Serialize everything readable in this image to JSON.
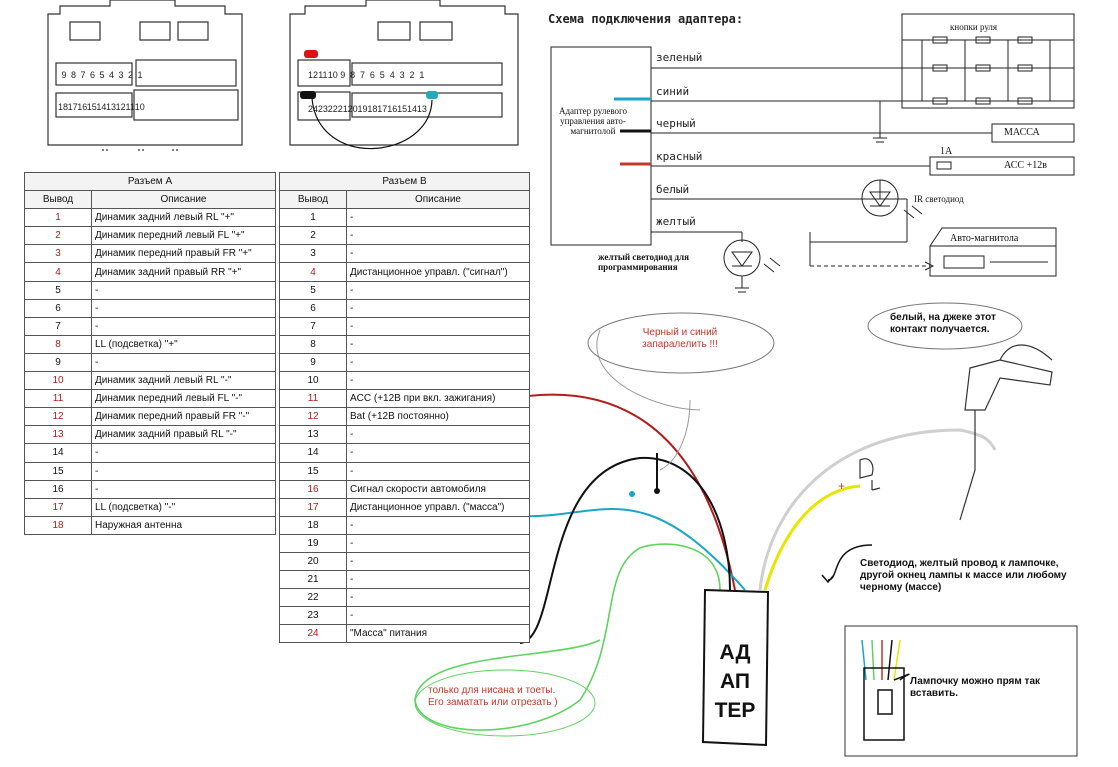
{
  "title": "Схема подключения адаптера:",
  "connector_a_pins": {
    "top": [
      "9",
      "8",
      "7",
      "6",
      "5",
      "4",
      "3",
      "2",
      "1"
    ],
    "bottom": [
      "18",
      "17",
      "16",
      "15",
      "14",
      "13",
      "12",
      "11",
      "10"
    ]
  },
  "connector_b_pins": {
    "top": [
      "12",
      "11",
      "10",
      "9",
      "8",
      "7",
      "6",
      "5",
      "4",
      "3",
      "2",
      "1"
    ],
    "bottom": [
      "24",
      "23",
      "22",
      "21",
      "20",
      "19",
      "18",
      "17",
      "16",
      "15",
      "14",
      "13"
    ]
  },
  "table_a": {
    "title": "Разъем А",
    "col_pin": "Вывод",
    "col_desc": "Описание",
    "rows": [
      {
        "pin": "1",
        "desc": "Динамик задний левый RL \"+\"",
        "red": true
      },
      {
        "pin": "2",
        "desc": "Динамик передний левый FL \"+\"",
        "red": true
      },
      {
        "pin": "3",
        "desc": "Динамик передний правый FR \"+\"",
        "red": true
      },
      {
        "pin": "4",
        "desc": "Динамик задний правый RR \"+\"",
        "red": true
      },
      {
        "pin": "5",
        "desc": "-",
        "red": false
      },
      {
        "pin": "6",
        "desc": "-",
        "red": false
      },
      {
        "pin": "7",
        "desc": "-",
        "red": false
      },
      {
        "pin": "8",
        "desc": "LL (подсветка) \"+\"",
        "red": true
      },
      {
        "pin": "9",
        "desc": "-",
        "red": false
      },
      {
        "pin": "10",
        "desc": "Динамик задний левый RL \"-\"",
        "red": true
      },
      {
        "pin": "11",
        "desc": "Динамик передний левый FL \"-\"",
        "red": true
      },
      {
        "pin": "12",
        "desc": "Динамик передний правый FR \"-\"",
        "red": true
      },
      {
        "pin": "13",
        "desc": "Динамик задний правый RL \"-\"",
        "red": true
      },
      {
        "pin": "14",
        "desc": "-",
        "red": false
      },
      {
        "pin": "15",
        "desc": "-",
        "red": false
      },
      {
        "pin": "16",
        "desc": "-",
        "red": false
      },
      {
        "pin": "17",
        "desc": "LL (подсветка) \"-\"",
        "red": true
      },
      {
        "pin": "18",
        "desc": "Наружная антенна",
        "red": true
      }
    ]
  },
  "table_b": {
    "title": "Разъем В",
    "col_pin": "Вывод",
    "col_desc": "Описание",
    "rows": [
      {
        "pin": "1",
        "desc": "-",
        "red": false
      },
      {
        "pin": "2",
        "desc": "-",
        "red": false
      },
      {
        "pin": "3",
        "desc": "-",
        "red": false
      },
      {
        "pin": "4",
        "desc": "Дистанционное управл. (\"сигнал\")",
        "red": true
      },
      {
        "pin": "5",
        "desc": "-",
        "red": false
      },
      {
        "pin": "6",
        "desc": "-",
        "red": false
      },
      {
        "pin": "7",
        "desc": "-",
        "red": false
      },
      {
        "pin": "8",
        "desc": "-",
        "red": false
      },
      {
        "pin": "9",
        "desc": "-",
        "red": false
      },
      {
        "pin": "10",
        "desc": "-",
        "red": false
      },
      {
        "pin": "11",
        "desc": "ACC (+12В при вкл. зажигания)",
        "red": true
      },
      {
        "pin": "12",
        "desc": "Bat (+12В постоянно)",
        "red": true
      },
      {
        "pin": "13",
        "desc": "-",
        "red": false
      },
      {
        "pin": "14",
        "desc": "-",
        "red": false
      },
      {
        "pin": "15",
        "desc": "-",
        "red": false
      },
      {
        "pin": "16",
        "desc": "Сигнал скорости автомобиля",
        "red": true
      },
      {
        "pin": "17",
        "desc": "Дистанционное управл. (\"масса\")",
        "red": true
      },
      {
        "pin": "18",
        "desc": "-",
        "red": false
      },
      {
        "pin": "19",
        "desc": "-",
        "red": false
      },
      {
        "pin": "20",
        "desc": "-",
        "red": false
      },
      {
        "pin": "21",
        "desc": "-",
        "red": false
      },
      {
        "pin": "22",
        "desc": "-",
        "red": false
      },
      {
        "pin": "23",
        "desc": "-",
        "red": false
      },
      {
        "pin": "24",
        "desc": "\"Масса\" питания",
        "red": true
      }
    ]
  },
  "schema": {
    "wires": [
      "зеленый",
      "синий",
      "черный",
      "красный",
      "белый",
      "желтый"
    ],
    "adapter_label": "Адаптер рулевого управления авто-магнитолой",
    "buttons_label": "кнопки руля",
    "massa_label": "МАССА",
    "acc_label": "АСС +12в",
    "fuse_label": "1А",
    "ir_label": "IR светодиод",
    "head_unit_label": "Авто-магнитола",
    "yellow_led_label": "желтый светодиод для программирования"
  },
  "notes": {
    "black_blue": "Черный и синий запаралелить !!!",
    "white_jack": "белый, на джеке этот контакт получается.",
    "led_note": "Светодиод, желтый провод к лампочке, другой окнец лампы к массе или любому черному (массе)",
    "nissan_note": "только для нисана и тоеты. Его заматать или отрезать )",
    "lamp_note": "Лампочку можно прям так вставить.",
    "plus_sign": "+"
  },
  "adapter_box": {
    "line1": "АД",
    "line2": "АП",
    "line3": "ТЕР"
  },
  "colors": {
    "red": "#c0392b",
    "blue": "#1aa6c9",
    "green": "#5fd35f",
    "yellow": "#e6e600",
    "black": "#111111",
    "gray": "#bbbbbb"
  }
}
